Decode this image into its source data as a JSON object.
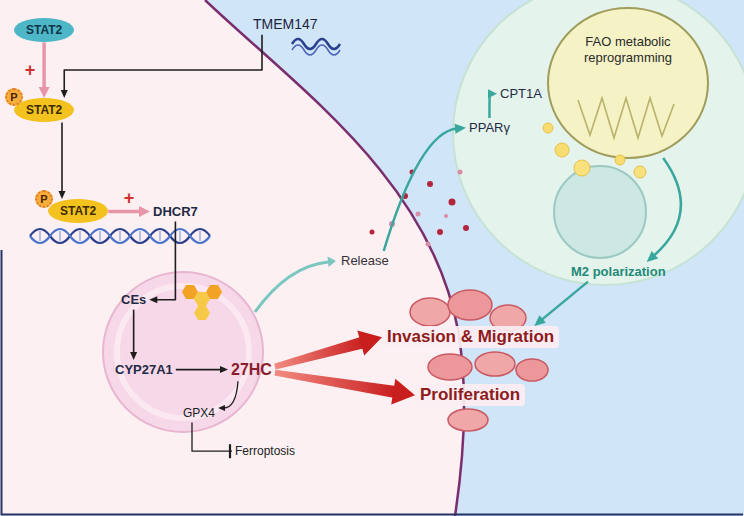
{
  "diagram": {
    "nodes": [
      {
        "text": [
          "STAT2"
        ]
      },
      {
        "text": [
          "TMEM147"
        ]
      },
      {
        "text": [
          "STAT2"
        ]
      },
      {
        "text": [
          "STAT2"
        ]
      },
      {
        "text": [
          "DHCR7"
        ]
      },
      {
        "text": [
          "CEs"
        ]
      },
      {
        "text": [
          "CYP27A1"
        ]
      },
      {
        "text": [
          "27HC"
        ]
      },
      {
        "text": [
          "GPX4"
        ]
      },
      {
        "text": [
          "Ferroptosis"
        ]
      },
      {
        "text": [
          "Release"
        ]
      },
      {
        "text": [
          "PPARγ"
        ]
      },
      {
        "text": [
          "CPT1A"
        ]
      },
      {
        "text": [
          "FAO metabolic reprogramming"
        ]
      },
      {
        "text": [
          "M2 polarization"
        ]
      },
      {
        "text": [
          "Invasion & Migration"
        ]
      },
      {
        "text": [
          "Proliferation"
        ]
      }
    ],
    "edges": [
      {
        "from": 0,
        "to": 2,
        "arrow": "to",
        "label": "+"
      },
      {
        "from": 1,
        "to": 2,
        "arrow": "to"
      },
      {
        "from": 2,
        "to": 3,
        "arrow": "to"
      },
      {
        "from": 3,
        "to": 4,
        "arrow": "to",
        "label": "+"
      },
      {
        "from": 4,
        "to": 5,
        "arrow": "to"
      },
      {
        "from": 5,
        "to": 6,
        "arrow": "to"
      },
      {
        "from": 6,
        "to": 7,
        "arrow": "to"
      },
      {
        "from": 7,
        "to": 8,
        "arrow": "to"
      },
      {
        "from": 8,
        "to": 9,
        "arrow": "to"
      },
      {
        "from": 7,
        "to": 15,
        "arrow": "to"
      },
      {
        "from": 7,
        "to": 16,
        "arrow": "to"
      },
      {
        "from": 10,
        "to": 11,
        "arrow": "to"
      },
      {
        "from": 11,
        "to": 12,
        "arrow": "to"
      },
      {
        "from": 13,
        "to": 14,
        "arrow": "to"
      },
      {
        "from": 14,
        "to": 15,
        "arrow": "to"
      }
    ],
    "labels": [
      "P",
      "P"
    ]
  }
}
